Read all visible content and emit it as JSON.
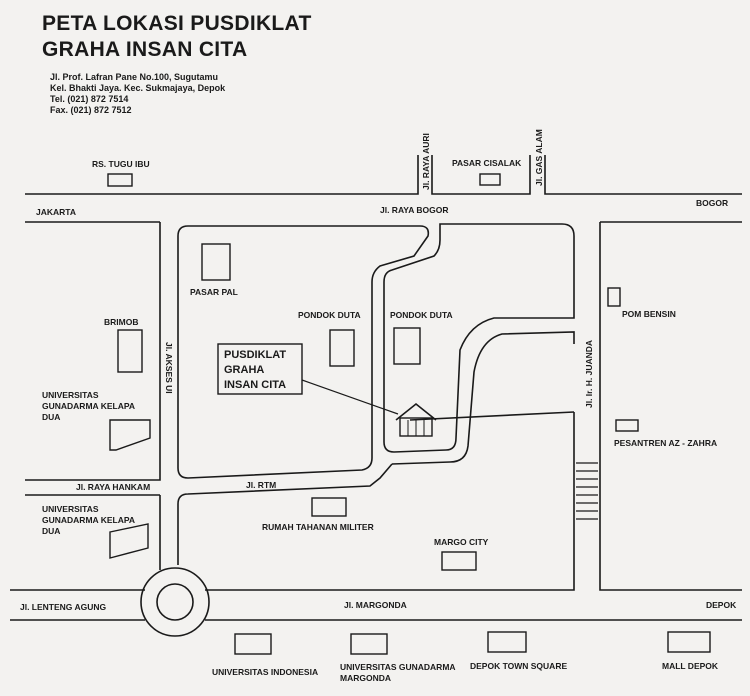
{
  "header": {
    "title_line1": "PETA LOKASI PUSDIKLAT",
    "title_line2": "GRAHA INSAN CITA",
    "address_line1": "Jl. Prof. Lafran Pane No.100, Sugutamu",
    "address_line2": "Kel. Bhakti Jaya. Kec. Sukmajaya, Depok",
    "phone": "Tel. (021) 872 7514",
    "fax": "Fax. (021)  872 7512"
  },
  "roads": {
    "raya_bogor": "Jl. RAYA BOGOR",
    "raya_auri": "Jl. RAYA AURI",
    "gas_alam": "Jl. GAS ALAM",
    "akses_ui": "Jl. AKSES UI",
    "juanda": "Jl. Ir. H. JUANDA",
    "raya_hankam": "Jl. RAYA HANKAM",
    "rtm": "Jl. RTM",
    "lenteng_agung": "Jl. LENTENG AGUNG",
    "margonda": "Jl. MARGONDA"
  },
  "directions": {
    "jakarta": "JAKARTA",
    "bogor": "BOGOR",
    "depok": "DEPOK"
  },
  "landmarks": {
    "rs_tugu_ibu": "RS. TUGU IBU",
    "pasar_cisalak": "PASAR CISALAK",
    "pasar_pal": "PASAR PAL",
    "brimob": "BRIMOB",
    "pondok_duta_1": "PONDOK DUTA",
    "pondok_duta_2": "PONDOK DUTA",
    "pom_bensin": "POM BENSIN",
    "pesantren": "PESANTREN AZ - ZAHRA",
    "univ_gunadarma_kelapa_dua_1": [
      "UNIVERSITAS",
      "GUNADARMA KELAPA",
      "DUA"
    ],
    "univ_gunadarma_kelapa_dua_2": [
      "UNIVERSITAS",
      "GUNADARMA KELAPA",
      "DUA"
    ],
    "rumah_tahanan": "RUMAH TAHANAN MILITER",
    "margo_city": "MARGO CITY",
    "univ_indonesia": "UNIVERSITAS INDONESIA",
    "univ_gunadarma_margonda": [
      "UNIVERSITAS GUNADARMA",
      "MARGONDA"
    ],
    "depok_town_square": "DEPOK TOWN SQUARE",
    "mall_depok": "MALL DEPOK"
  },
  "destination": {
    "lines": [
      "PUSDIKLAT",
      "GRAHA",
      "INSAN CITA"
    ],
    "icon": "house-icon"
  }
}
